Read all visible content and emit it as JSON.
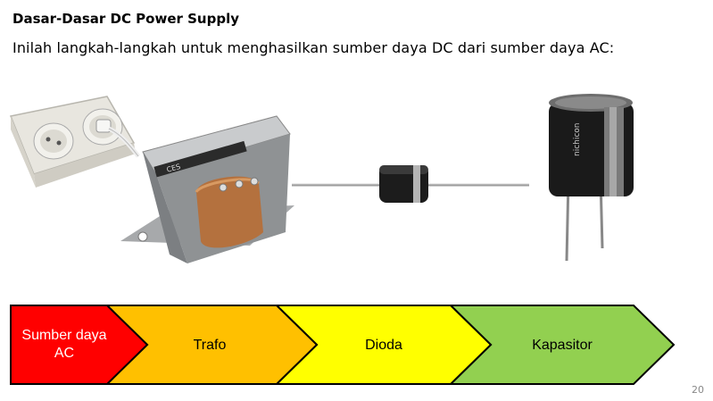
{
  "slide": {
    "title": "Dasar-Dasar DC Power Supply",
    "subtitle": "Inilah langkah-langkah untuk menghasilkan sumber daya DC dari sumber daya AC:",
    "page_number": "20"
  },
  "flow": {
    "steps": [
      {
        "label": "Sumber daya AC",
        "color": "#ff0000"
      },
      {
        "label": "Trafo",
        "color": "#ffc000"
      },
      {
        "label": "Dioda",
        "color": "#ffff00"
      },
      {
        "label": "Kapasitor",
        "color": "#92d050"
      }
    ]
  },
  "illustrations": {
    "socket": "wall-socket-icon",
    "transformer": "transformer-icon",
    "diode": "diode-icon",
    "capacitor": "capacitor-icon"
  }
}
